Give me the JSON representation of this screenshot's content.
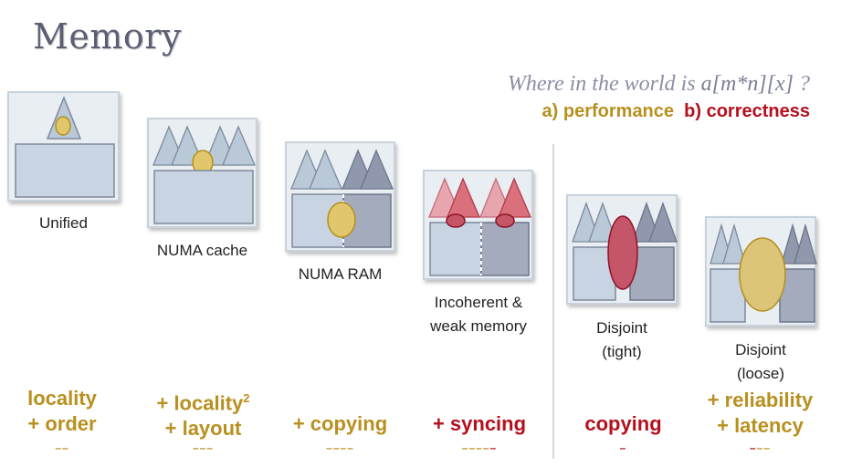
{
  "title": "Memory",
  "question": {
    "prefix": "Where in the world is ",
    "expr": "a[m*n][x]",
    "suffix": " ?"
  },
  "perf_line": {
    "performance": "a) performance",
    "correctness": "b) correctness"
  },
  "diagrams": [
    {
      "label": "Unified"
    },
    {
      "label": "NUMA cache"
    },
    {
      "label": "NUMA RAM"
    },
    {
      "label_line1": "Incoherent &",
      "label_line2": "weak memory"
    },
    {
      "label_line1": "Disjoint",
      "label_line2": "(tight)"
    },
    {
      "label_line1": "Disjoint",
      "label_line2": "(loose)"
    }
  ],
  "bottom": [
    {
      "line1": "locality",
      "line2": "+ order",
      "gold_dashes": 2,
      "red_dashes": 0
    },
    {
      "line1": "+ locality",
      "line1_sup": "2",
      "line2": "+ layout",
      "gold_dashes": 3,
      "red_dashes": 0
    },
    {
      "line1": "+ copying",
      "gold_dashes": 4,
      "red_dashes": 0
    },
    {
      "line1": "+ syncing",
      "gold_dashes": 4,
      "red_dashes": 1
    },
    {
      "line1": "copying",
      "gold_dashes": 0,
      "red_dashes": 1
    },
    {
      "line1": "+ reliability",
      "line2": "+ latency",
      "gold_dashes": 2,
      "red_dashes": 1,
      "red_first": true
    }
  ],
  "colors": {
    "gold": "#b8901f",
    "red": "#b50f1e",
    "title": "#5b5f73"
  }
}
